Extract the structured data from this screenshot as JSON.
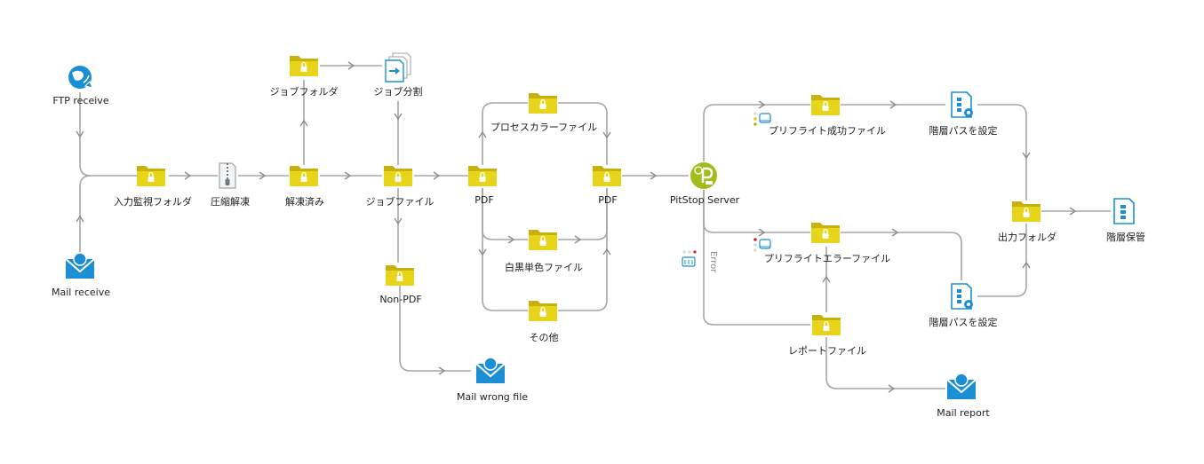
{
  "diagram": {
    "title": "",
    "colors": {
      "folder": "#e8d41a",
      "folder_dark": "#c7b20c",
      "lock": "#ffffff",
      "connector": "#a6a6a6",
      "arrow": "#8c8c8c",
      "mail": "#1c8fd4",
      "pitstop": "#9fbe1c"
    },
    "nodes": {
      "ftp_receive": {
        "label": "FTP receive",
        "icon": "globe-arrow-icon"
      },
      "mail_receive": {
        "label": "Mail receive",
        "icon": "mail-icon"
      },
      "input_folder": {
        "label": "入力監視フォルダ",
        "icon": "folder-icon"
      },
      "unzip": {
        "label": "圧縮解凍",
        "icon": "zip-icon"
      },
      "unzipped": {
        "label": "解凍済み",
        "icon": "folder-icon"
      },
      "job_folder": {
        "label": "ジョブフォルダ",
        "icon": "folder-icon"
      },
      "job_split": {
        "label": "ジョブ分割",
        "icon": "split-icon"
      },
      "job_file": {
        "label": "ジョブファイル",
        "icon": "folder-icon"
      },
      "non_pdf": {
        "label": "Non-PDF",
        "icon": "folder-icon"
      },
      "mail_wrong": {
        "label": "Mail wrong file",
        "icon": "mail-icon"
      },
      "pdf_1": {
        "label": "PDF",
        "icon": "folder-icon"
      },
      "process_color": {
        "label": "プロセスカラーファイル",
        "icon": "folder-icon"
      },
      "mono": {
        "label": "白黒単色ファイル",
        "icon": "folder-icon"
      },
      "other": {
        "label": "その他",
        "icon": "folder-icon"
      },
      "pdf_2": {
        "label": "PDF",
        "icon": "folder-icon"
      },
      "pitstop": {
        "label": "PitStop Server",
        "icon": "pitstop-icon"
      },
      "preflight_ok": {
        "label": "プリフライト成功ファイル",
        "icon": "folder-icon"
      },
      "preflight_err": {
        "label": "プリフライトエラーファイル",
        "icon": "folder-icon"
      },
      "report_file": {
        "label": "レポートファイル",
        "icon": "folder-icon"
      },
      "mail_report": {
        "label": "Mail report",
        "icon": "mail-icon"
      },
      "hier_path_1": {
        "label": "階層パスを設定",
        "icon": "hierarchy-icon"
      },
      "hier_path_2": {
        "label": "階層パスを設定",
        "icon": "hierarchy-icon"
      },
      "output_folder": {
        "label": "出力フォルダ",
        "icon": "folder-icon"
      },
      "archive": {
        "label": "階層保管",
        "icon": "archive-icon"
      }
    },
    "connection_labels": {
      "error": "Error"
    }
  }
}
